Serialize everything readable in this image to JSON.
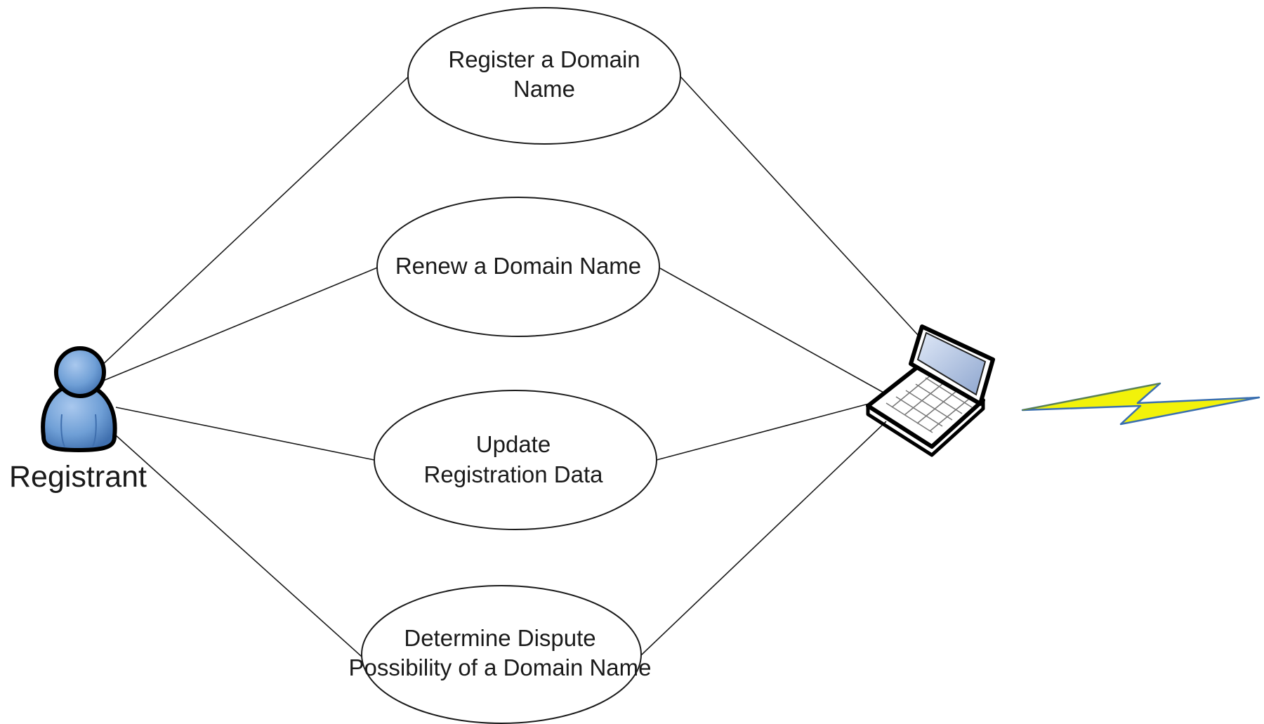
{
  "diagram": {
    "actor": {
      "label": "Registrant",
      "icon": "person-icon"
    },
    "system_icon": "laptop-icon",
    "signal_icon": "lightning-bolt-icon",
    "use_cases": [
      {
        "line1": "Register a Domain",
        "line2": "Name"
      },
      {
        "line1": "Renew a Domain Name",
        "line2": ""
      },
      {
        "line1": "Update",
        "line2": "Registration Data"
      },
      {
        "line1": "Determine Dispute",
        "line2": "Possibility of a Domain Name"
      }
    ],
    "colors": {
      "actor_fill": "#6f9fd6",
      "bolt_fill": "#f2f20a",
      "bolt_edge": "#3a6fb0",
      "line": "#1a1a1a"
    }
  }
}
